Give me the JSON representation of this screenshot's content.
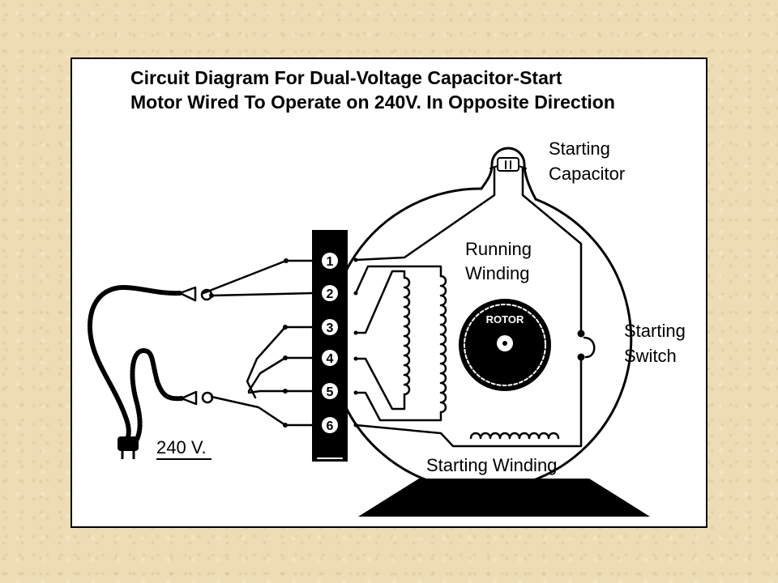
{
  "title": {
    "line1": "Circuit Diagram For Dual-Voltage Capacitor-Start",
    "line2": "Motor Wired To Operate on 240V. In Opposite Direction"
  },
  "labels": {
    "capacitor_line1": "Starting",
    "capacitor_line2": "Capacitor",
    "running_line1": "Running",
    "running_line2": "Winding",
    "switch_line1": "Starting",
    "switch_line2": "Switch",
    "starting_winding": "Starting Winding",
    "rotor": "ROTOR",
    "voltage": "240 V."
  },
  "terminals": [
    "1",
    "2",
    "3",
    "4",
    "5",
    "6"
  ],
  "colors": {
    "background": "#eedcb4",
    "panel": "#ffffff",
    "ink": "#000000"
  }
}
